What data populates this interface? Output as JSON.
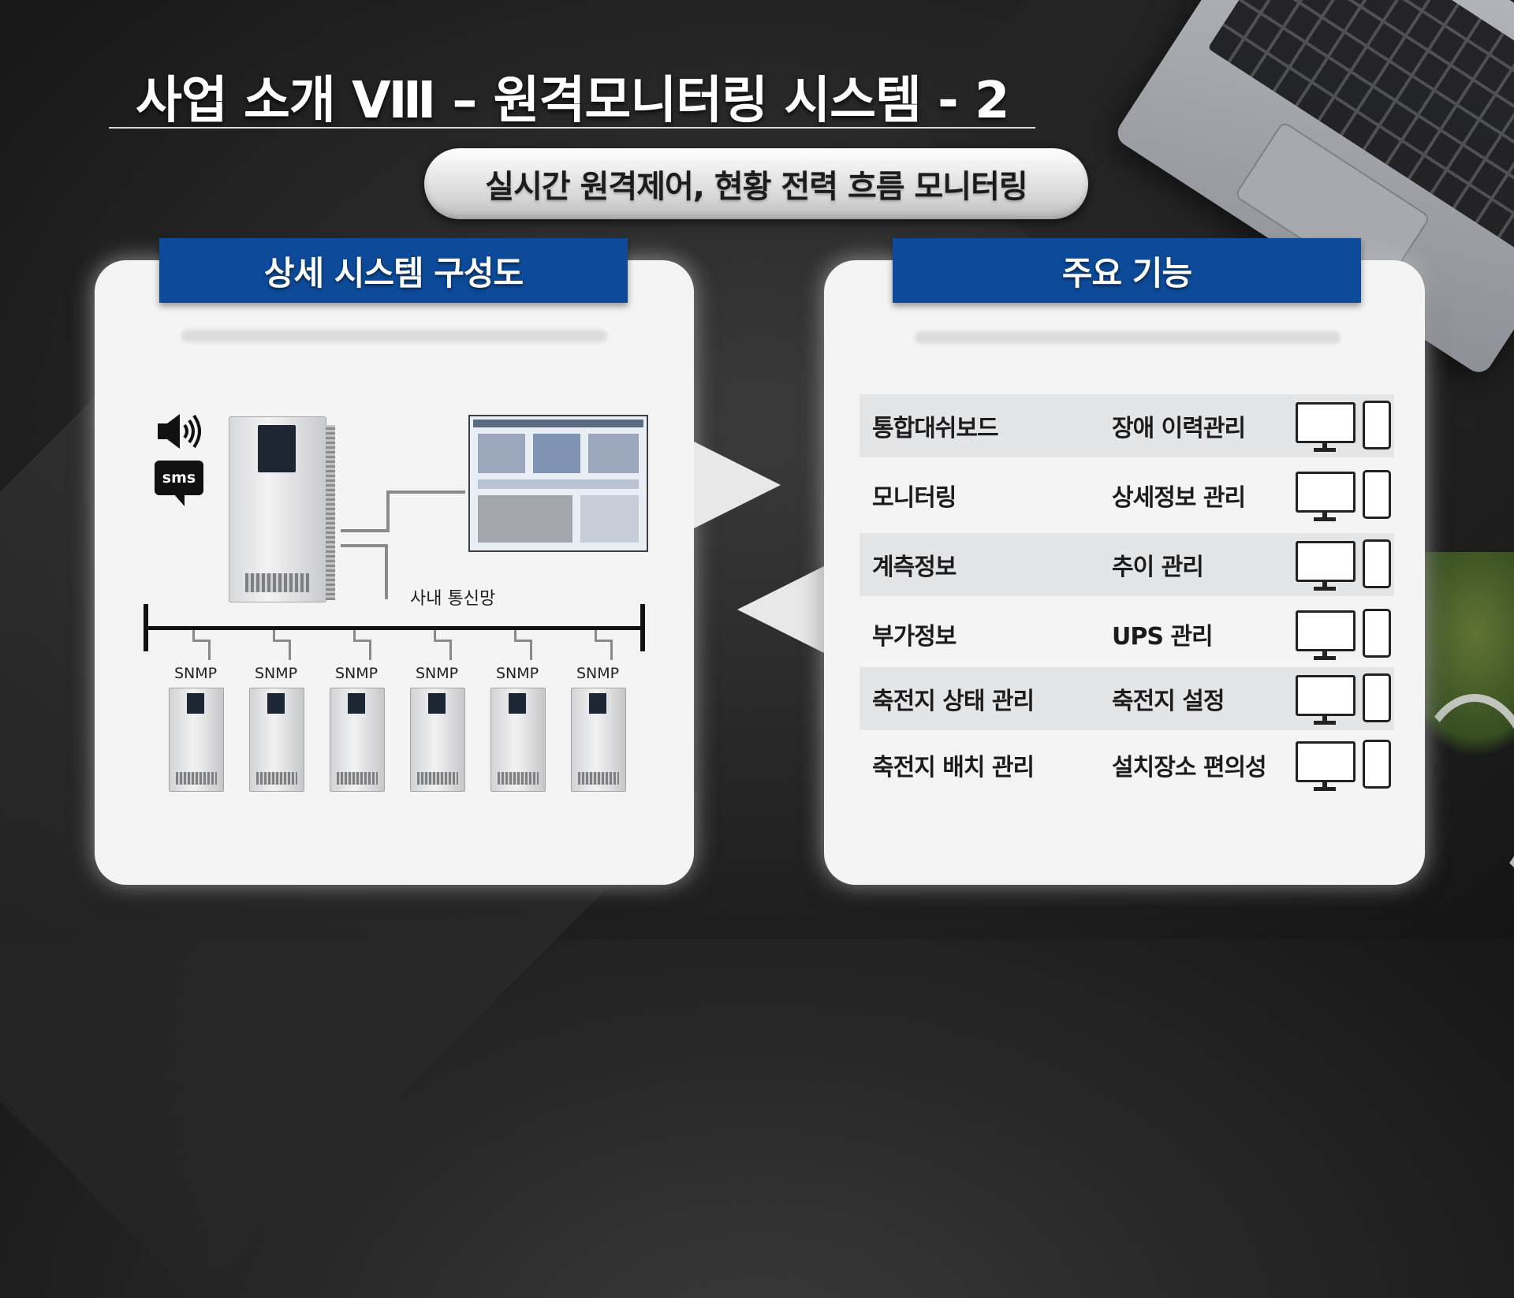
{
  "title": "사업 소개 Ⅷ – 원격모니터링 시스템 - 2",
  "subtitle": "실시간 원격제어, 현황 전력 흐름 모니터링",
  "left_panel": {
    "header": "상세 시스템 구성도",
    "sms_label": "sms",
    "network_label": "사내 통신망",
    "snmp_labels": [
      "SNMP",
      "SNMP",
      "SNMP",
      "SNMP",
      "SNMP",
      "SNMP"
    ]
  },
  "right_panel": {
    "header": "주요 기능",
    "features": [
      [
        "통합대쉬보드",
        "장애 이력관리"
      ],
      [
        "모니터링",
        "상세정보 관리"
      ],
      [
        "계측정보",
        "추이 관리"
      ],
      [
        "부가정보",
        "UPS 관리"
      ],
      [
        "축전지 상태 관리",
        "축전지 설정"
      ],
      [
        "축전지 배치 관리",
        "설치장소 편의성"
      ]
    ],
    "icons": [
      "monitor-icon",
      "phone-icon"
    ]
  },
  "colors": {
    "header_blue": "#0d4b9a",
    "card_bg": "#f4f4f5",
    "background": "#232323"
  }
}
